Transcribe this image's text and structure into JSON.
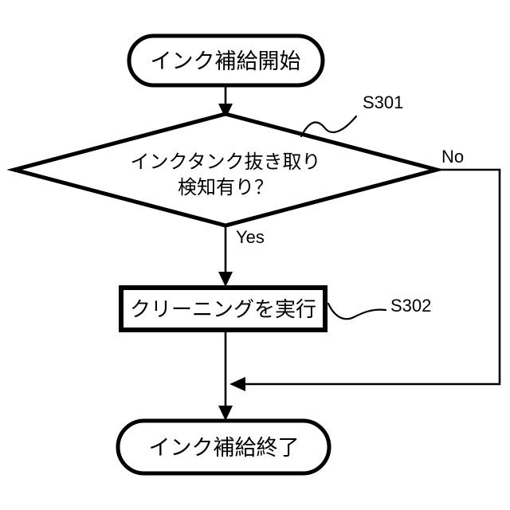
{
  "figure": {
    "type": "flowchart",
    "background_color": "#ffffff",
    "stroke_color": "#000000",
    "node_fill_color": "#ffffff",
    "nodes": {
      "start": {
        "shape": "terminator",
        "label": "インク補給開始"
      },
      "decision": {
        "shape": "decision",
        "label_line1": "インクタンク抜き取り",
        "label_line2": "検知有り？",
        "step_ref": "S301"
      },
      "process": {
        "shape": "process",
        "label": "クリーニングを実行",
        "step_ref": "S302"
      },
      "end": {
        "shape": "terminator",
        "label": "インク補給終了"
      }
    },
    "edges": {
      "yes_branch_label": "Yes",
      "no_branch_label": "No"
    }
  }
}
